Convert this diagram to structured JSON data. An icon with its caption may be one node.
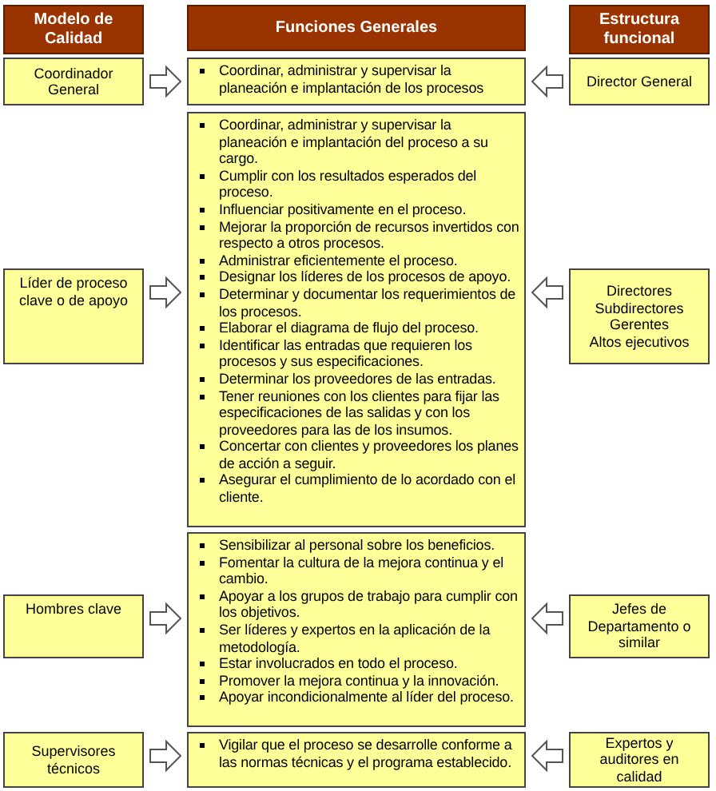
{
  "diagram": {
    "nodes": [
      {
        "text": [
          "Modelo de Calidad"
        ]
      },
      {
        "text": [
          "Funciones Generales"
        ]
      },
      {
        "text": [
          "Estructura funcional"
        ]
      },
      {
        "text": [
          "Coordinador General"
        ]
      },
      {
        "text": [
          "Coordinar, administrar y supervisar la planeación e implantación de los procesos"
        ]
      },
      {
        "text": [
          "Director General"
        ]
      },
      {
        "text": [
          "Líder de proceso clave o de apoyo"
        ]
      },
      {
        "text": [
          "Coordinar, administrar y supervisar la planeación e implantación del proceso a su cargo.",
          "Cumplir con los resultados esperados del proceso.",
          "Influenciar positivamente en el proceso.",
          "Mejorar la proporción de recursos invertidos con respecto a otros procesos.",
          "Administrar eficientemente el proceso.",
          "Designar los líderes de los procesos de apoyo.",
          "Determinar y documentar los requerimientos de los procesos.",
          "Elaborar el diagrama de flujo del proceso.",
          "Identificar las entradas que requieren los procesos y sus especificaciones.",
          "Determinar los proveedores de las entradas.",
          "Tener reuniones con los clientes para fijar las especificaciones de las salidas y con los proveedores para las de los insumos.",
          "Concertar con clientes y proveedores los planes de acción a seguir.",
          "Asegurar el cumplimiento de lo acordado con el cliente."
        ]
      },
      {
        "text": [
          "Directores",
          "Subdirectores",
          "Gerentes",
          "Altos ejecutivos"
        ]
      },
      {
        "text": [
          "Hombres clave"
        ]
      },
      {
        "text": [
          "Sensibilizar al personal sobre los beneficios.",
          "Fomentar la cultura de la mejora continua y el cambio.",
          "Apoyar a los grupos de trabajo para cumplir con los objetivos.",
          "Ser líderes y expertos en la aplicación de la metodología.",
          "Estar involucrados en todo el proceso.",
          "Promover la mejora continua y la innovación.",
          "Apoyar incondicionalmente al líder del proceso."
        ]
      },
      {
        "text": [
          "Jefes de Departamento o similar"
        ]
      },
      {
        "text": [
          "Supervisores técnicos"
        ]
      },
      {
        "text": [
          "Vigilar que el proceso se desarrolle conforme a las normas técnicas y el programa establecido."
        ]
      },
      {
        "text": [
          "Expertos y auditores en calidad"
        ]
      }
    ],
    "edges": [
      {
        "from": 3,
        "to": 4,
        "arrow": "to"
      },
      {
        "from": 5,
        "to": 4,
        "arrow": "to"
      },
      {
        "from": 6,
        "to": 7,
        "arrow": "to"
      },
      {
        "from": 8,
        "to": 7,
        "arrow": "to"
      },
      {
        "from": 9,
        "to": 10,
        "arrow": "to"
      },
      {
        "from": 11,
        "to": 10,
        "arrow": "to"
      },
      {
        "from": 12,
        "to": 13,
        "arrow": "to"
      },
      {
        "from": 14,
        "to": 13,
        "arrow": "to"
      }
    ]
  }
}
